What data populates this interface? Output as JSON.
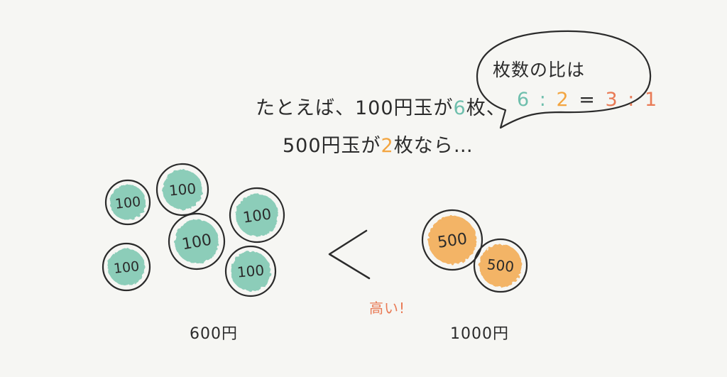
{
  "text": {
    "line1_prefix": "たとえば、100円玉が",
    "line1_count": "6",
    "line1_suffix": "枚、",
    "line2_prefix": "500円玉が",
    "line2_count": "2",
    "line2_suffix": "枚なら…",
    "bubble_title": "枚数の比は",
    "ratio": {
      "a": "6",
      "colon1": ":",
      "b": "2",
      "eq": "=",
      "c": "3",
      "colon2": ":",
      "d": "1"
    },
    "total_100": "600円",
    "total_500": "1000円",
    "higher": "高い!"
  },
  "coins_100": {
    "label": "100",
    "count": 6,
    "color": "#8ccdb9"
  },
  "coins_500": {
    "label": "500",
    "count": 2,
    "color": "#f3b466"
  },
  "colors": {
    "teal": "#6fbfad",
    "orange": "#f3a540",
    "red": "#e97a55",
    "ink": "#2b2b2b",
    "background": "#f6f6f3"
  }
}
